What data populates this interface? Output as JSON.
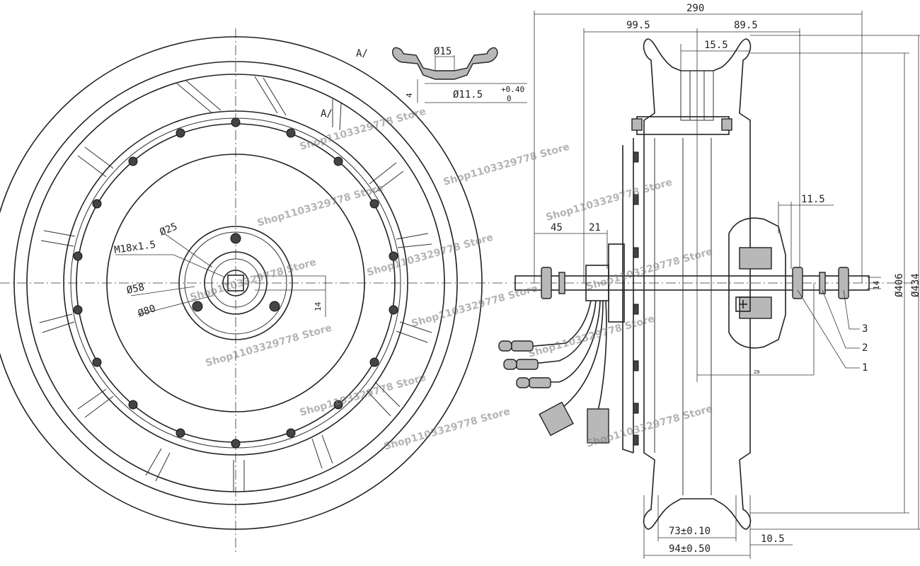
{
  "front_view": {
    "callouts": {
      "d25": "Ø25",
      "thread": "M18x1.5",
      "d58": "Ø58",
      "d80": "Ø80",
      "dim14": "14",
      "section_a": "A/"
    }
  },
  "section_detail": {
    "label": "A/",
    "d15": "Ø15",
    "d11_5": "Ø11.5",
    "tol_upper": "+0.40",
    "tol_lower": "0",
    "dim4": "4"
  },
  "side_view": {
    "dims": {
      "overall": "290",
      "left_half": "99.5",
      "right_half": "89.5",
      "rim_offset": "15.5",
      "d11_5": "11.5",
      "d45": "45",
      "d21": "21",
      "d14": "14",
      "d406": "Ø406",
      "d434": "Ø434",
      "d73": "73±0.10",
      "d94": "94±0.50",
      "d10_5": "10.5",
      "small_mark": "20"
    },
    "parts": [
      "1",
      "2",
      "3"
    ]
  },
  "watermark": "Shop1103329778 Store"
}
